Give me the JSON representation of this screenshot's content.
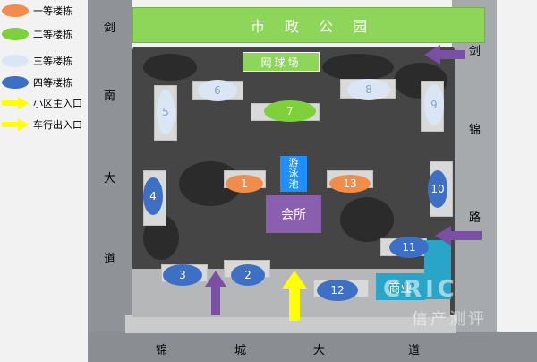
{
  "legend": {
    "items": [
      {
        "label": "一等楼栋",
        "color": "#f28c4a",
        "kind": "ellipse"
      },
      {
        "label": "二等楼栋",
        "color": "#7fd13b",
        "kind": "ellipse"
      },
      {
        "label": "三等楼栋",
        "color": "#dbe6f5",
        "kind": "ellipse"
      },
      {
        "label": "四等楼栋",
        "color": "#3d6fc4",
        "kind": "ellipse"
      },
      {
        "label": "小区主入口",
        "color": "#ffff00",
        "kind": "arrow"
      },
      {
        "label": "车行出入口",
        "color": "#ffff00",
        "kind": "arrow"
      }
    ]
  },
  "landmarks": {
    "park": "市政公园",
    "tennis": "网球场",
    "pool_lines": [
      "游",
      "泳",
      "池"
    ],
    "clubhouse": "会所",
    "commercial": "商业"
  },
  "roads": {
    "left": [
      "剑",
      "南",
      "大",
      "道"
    ],
    "right": [
      "剑",
      "锦",
      "路"
    ],
    "bottom": [
      "锦",
      "城",
      "大",
      "道"
    ]
  },
  "buildings": {
    "first_class": [
      "1",
      "13"
    ],
    "second_class": [
      "7"
    ],
    "third_class": [
      "5",
      "6",
      "8",
      "9"
    ],
    "fourth_class": [
      "2",
      "3",
      "4",
      "10",
      "11",
      "12"
    ]
  },
  "watermark": {
    "logo": "CRIC",
    "sub": "信产测评"
  },
  "colors": {
    "first": "#f28c4a",
    "second": "#7fd13b",
    "third": "#dbe6f5",
    "fourth": "#3d6fc4",
    "entrance_arrow": "#ffff00",
    "vehicle_arrow": "#7b4fa3",
    "park": "#8ed65a",
    "pool": "#1e90ff",
    "clubhouse": "#8a5fb0",
    "commercial": "#29a5c8"
  }
}
